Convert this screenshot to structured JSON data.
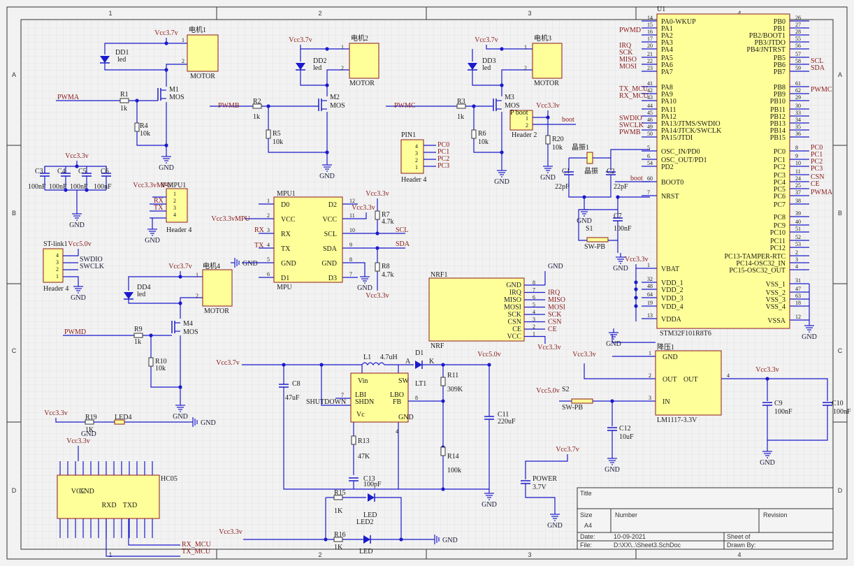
{
  "colors": {
    "wire": "#1a1acc",
    "comp_fill": "#ffff99",
    "comp_stroke": "#8b1a1a",
    "net": "#8b1a1a",
    "grid": "#d4d4d4"
  },
  "frame": {
    "cols": [
      "1",
      "2",
      "3",
      "4"
    ],
    "rows": [
      "A",
      "B",
      "C",
      "D"
    ]
  },
  "title_block": {
    "title_label": "Title",
    "size_label": "Size",
    "size_value": "A4",
    "number_label": "Number",
    "revision_label": "Revision",
    "date_label": "Date:",
    "date_value": "10-09-2021",
    "sheet_label": "Sheet   of",
    "file_label": "File:",
    "file_value": "D:\\XX\\..\\Sheet3.SchDoc",
    "drawn_label": "Drawn By:"
  },
  "u1": {
    "designator": "U1",
    "part": "STM32F101R8T6",
    "left_pins": [
      [
        "14",
        "PA0-WKUP"
      ],
      [
        "15",
        "PA1"
      ],
      [
        "16",
        "PA2"
      ],
      [
        "17",
        "PA3"
      ],
      [
        "20",
        "PA4"
      ],
      [
        "21",
        "PA5"
      ],
      [
        "22",
        "PA6"
      ],
      [
        "23",
        "PA7"
      ],
      [
        "41",
        "PA8"
      ],
      [
        "42",
        "PA9"
      ],
      [
        "43",
        "PA10"
      ],
      [
        "44",
        "PA11"
      ],
      [
        "45",
        "PA12"
      ],
      [
        "46",
        "PA13/JTMS/SWDIO"
      ],
      [
        "49",
        "PA14/JTCK/SWCLK"
      ],
      [
        "50",
        "PA15/JTDI"
      ],
      [
        "5",
        "OSC_IN/PD0"
      ],
      [
        "6",
        "OSC_OUT/PD1"
      ],
      [
        "54",
        "PD2"
      ],
      [
        "60",
        "BOOT0"
      ],
      [
        "7",
        "NRST"
      ],
      [
        "1",
        "VBAT"
      ],
      [
        "32",
        "VDD_1"
      ],
      [
        "48",
        "VDD_2"
      ],
      [
        "64",
        "VDD_3"
      ],
      [
        "19",
        "VDD_4"
      ],
      [
        "13",
        "VDDA"
      ]
    ],
    "right_pins": [
      [
        "26",
        "PB0"
      ],
      [
        "27",
        "PB1"
      ],
      [
        "28",
        "PB2/BOOT1"
      ],
      [
        "55",
        "PB3/JTDO"
      ],
      [
        "56",
        "PB4/JNTRST"
      ],
      [
        "57",
        "PB5"
      ],
      [
        "58",
        "PB6"
      ],
      [
        "59",
        "PB7"
      ],
      [
        "61",
        "PB8"
      ],
      [
        "62",
        "PB9"
      ],
      [
        "29",
        "PB10"
      ],
      [
        "30",
        "PB11"
      ],
      [
        "33",
        "PB12"
      ],
      [
        "34",
        "PB13"
      ],
      [
        "35",
        "PB14"
      ],
      [
        "36",
        "PB15"
      ],
      [
        "8",
        "PC0"
      ],
      [
        "9",
        "PC1"
      ],
      [
        "10",
        "PC2"
      ],
      [
        "11",
        "PC3"
      ],
      [
        "24",
        "PC4"
      ],
      [
        "25",
        "PC5"
      ],
      [
        "37",
        "PC6"
      ],
      [
        "38",
        "PC7"
      ],
      [
        "39",
        "PC8"
      ],
      [
        "40",
        "PC9"
      ],
      [
        "51",
        "PC10"
      ],
      [
        "52",
        "PC11"
      ],
      [
        "53",
        "PC12"
      ],
      [
        "2",
        "PC13-TAMPER-RTC"
      ],
      [
        "3",
        "PC14-OSC32_IN"
      ],
      [
        "4",
        "PC15-OSC32_OUT"
      ],
      [
        "31",
        "VSS_1"
      ],
      [
        "47",
        "VSS_2"
      ],
      [
        "63",
        "VSS_3"
      ],
      [
        "18",
        "VSS_4"
      ],
      [
        "12",
        "VSSA"
      ]
    ],
    "left_nets": [
      "PWMD",
      "IRQ",
      "SCK",
      "MISO",
      "MOSI",
      "TX_MCU",
      "RX_MCU",
      "SWDIO",
      "SWCLK",
      "PWMB"
    ],
    "right_nets": [
      "SCL",
      "SDA",
      "PWMC",
      "PC0",
      "PC1",
      "PC2",
      "PC3",
      "CSN",
      "CE",
      "PWMA"
    ]
  },
  "labels": {
    "vcc37": "Vcc3.7v",
    "vcc33": "Vcc3.3v",
    "vcc50": "Vcc5.0v",
    "vcc33_mpu": "Vcc3.3vMPU",
    "gnd": "GND",
    "motor": "MOTOR",
    "mos": "MOS",
    "led": "led",
    "motor1": "电机1",
    "motor2": "电机2",
    "motor3": "电机3",
    "motor4": "电机4",
    "pwma": "PWMA",
    "pwmb": "PWMB",
    "pwmc": "PWMC",
    "pwmd": "PWMD",
    "r1": "R1",
    "r2": "R2",
    "r3": "R3",
    "r4": "R4",
    "r5": "R5",
    "r6": "R6",
    "r7": "R7",
    "r8": "R8",
    "r9": "R9",
    "r10": "R10",
    "r11": "R11",
    "r13": "R13",
    "r14": "R14",
    "r15": "R15",
    "r16": "R16",
    "r19": "R19",
    "r20": "R20",
    "v1k": "1k",
    "v10k": "10k",
    "v4k7": "4.7k",
    "v309k": "309K",
    "v47k": "47K",
    "v100k": "100k",
    "v1K": "1K",
    "m1": "M1",
    "m2": "M2",
    "m3": "M3",
    "m4": "M4",
    "dd1": "DD1",
    "dd2": "DD2",
    "dd3": "DD3",
    "dd4": "DD4",
    "c3": "C3",
    "c4": "C4",
    "c5": "C5",
    "c6": "C6",
    "c100nf": "100nF",
    "c1": "C1",
    "c2": "C2",
    "c22pf": "22pF",
    "c7": "C7",
    "c8": "C8",
    "c8v": "47uF",
    "c9": "C9",
    "c10": "C10",
    "c11": "C11",
    "c11v": "220uF",
    "c12": "C12",
    "c12v": "10uF",
    "c13": "C13",
    "c13v": "100pF",
    "crystal": "晶振",
    "crystal1": "晶振1",
    "pin1": "PIN1",
    "header4": "Header 4",
    "header2": "Header 2",
    "boot": "boot",
    "p_boot": "P boot",
    "pc0": "PC0",
    "pc1": "PC1",
    "pc2": "PC2",
    "pc3": "PC3",
    "mpu1": "MPU1",
    "mpu": "MPU",
    "vmpu1": "V-MPU1",
    "rx": "RX",
    "tx": "TX",
    "scl": "SCL",
    "sda": "SDA",
    "stlink": "ST-link1",
    "swdio": "SWDIO",
    "swclk": "SWCLK",
    "nrf1": "NRF1",
    "nrf": "NRF",
    "irq": "IRQ",
    "miso": "MISO",
    "mosi": "MOSI",
    "sck": "SCK",
    "csn": "CSN",
    "ce": "CE",
    "l1": "L1",
    "l1v": "4.7uH",
    "d1": "D1",
    "lt1": "LT1",
    "shutdown": "SHUTDOWN",
    "vin": "Vin",
    "sw": "SW",
    "lbi": "LBI",
    "lbo": "LBO",
    "shdn": "SHDN",
    "fb": "FB",
    "vc": "Vc",
    "gndp": "GND",
    "a": "A",
    "k": "K",
    "step": "降压1",
    "lm": "LM1117-3.3V",
    "out": "OUT",
    "in": "IN",
    "s1": "S1",
    "s2": "S2",
    "swpb": "SW-PB",
    "power": "POWER",
    "v37": "3.7V",
    "led4": "LED4",
    "led2": "LED2",
    "led_lbl": "LED",
    "hc05": "HC05",
    "vcc": "VCC",
    "rxd": "RXD",
    "txd": "TXD",
    "rx_mcu": "RX_MCU",
    "tx_mcu": "TX_MCU",
    "d0": "D0",
    "d1p": "D1",
    "d2": "D2",
    "d3": "D3",
    "vccp": "VCC",
    "sclp": "SCL",
    "sdap": "SDA"
  }
}
